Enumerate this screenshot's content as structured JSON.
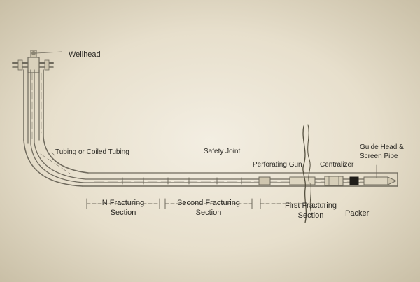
{
  "diagram": {
    "labels": {
      "wellhead": "Wellhead",
      "tubing": "Tubing or Coiled Tubing",
      "safety_joint": "Safety Joint",
      "perforating_gun": "Perforating Gun",
      "centralizer": "Centralizer",
      "guide_head_line1": "Guide Head &",
      "guide_head_line2": "Screen Pipe",
      "n_section_line1": "N Fracturing",
      "n_section_line2": "Section",
      "second_section_line1": "Second Fracturing",
      "second_section_line2": "Section",
      "first_section_line1": "First Fracturing",
      "first_section_line2": "Section",
      "packer": "Packer"
    },
    "colors": {
      "background": "#ece6d6",
      "pipe": "#6f6a5d",
      "text": "#2c2a25"
    }
  }
}
